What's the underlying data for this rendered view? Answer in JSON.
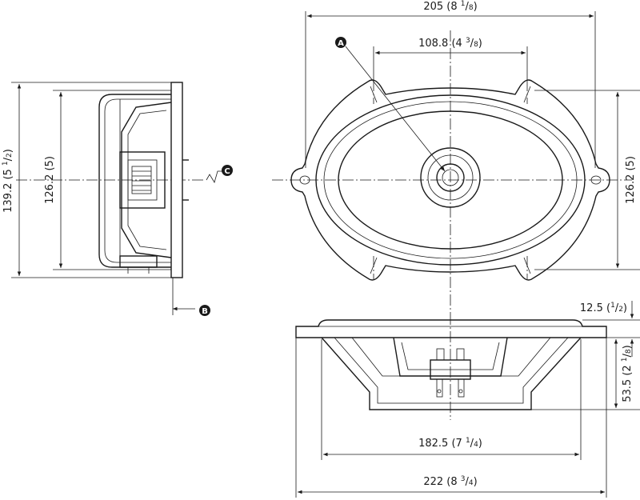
{
  "dimensions": {
    "front_width": "205 (8 1/8)",
    "front_width_main": "205 (8 ",
    "front_width_num": "1",
    "front_width_den": "8",
    "front_width_close": ")",
    "hole_spacing_main": "108.8 (4 ",
    "hole_spacing_num": "3",
    "hole_spacing_den": "8",
    "hole_spacing_close": ")",
    "front_height_main": "126.2 (5)",
    "side_outer_main": "139.2 (5 ",
    "side_outer_num": "1",
    "side_outer_den": "2",
    "side_outer_close": ")",
    "side_inner_main": "126.2 (5)",
    "flange_main": "12.5 (",
    "flange_num": "1",
    "flange_den": "2",
    "flange_close": ")",
    "depth_main": "53.5 (2 ",
    "depth_num": "1",
    "depth_den": "8",
    "depth_close": ")",
    "mount_width_main": "182.5 (7 ",
    "mount_width_num": "1",
    "mount_width_den": "4",
    "mount_width_close": ")",
    "overall_width_main": "222 (8 ",
    "overall_width_num": "3",
    "overall_width_den": "4",
    "overall_width_close": ")"
  },
  "callouts": {
    "a": "A",
    "b": "B",
    "c": "C"
  }
}
